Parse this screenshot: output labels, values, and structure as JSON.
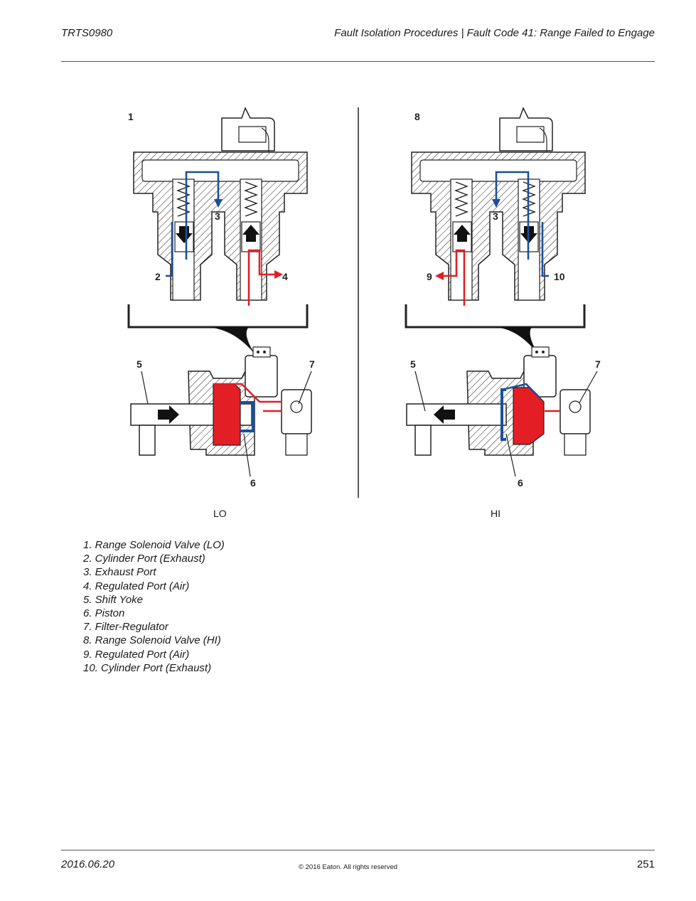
{
  "header": {
    "doc_code": "TRTS0980",
    "section_title": "Fault Isolation Procedures | Fault Code 41: Range Failed to Engage"
  },
  "figure": {
    "captions": {
      "left": "LO",
      "right": "HI"
    },
    "callouts": {
      "lo_valve": "1",
      "lo_cyl_port": "2",
      "lo_exhaust": "3",
      "lo_reg_port": "4",
      "lo_yoke": "5",
      "lo_piston": "6",
      "lo_filter": "7",
      "hi_valve": "8",
      "hi_reg_port": "9",
      "hi_exhaust": "3",
      "hi_cyl_port": "10",
      "hi_yoke": "5",
      "hi_piston": "6",
      "hi_filter": "7"
    },
    "colors": {
      "air": "#e31e24",
      "exhaust": "#1c4f9c",
      "hatch": "#222222"
    }
  },
  "legend": [
    "1. Range Solenoid Valve (LO)",
    "2. Cylinder Port (Exhaust)",
    "3. Exhaust Port",
    "4. Regulated Port (Air)",
    "5. Shift Yoke",
    "6. Piston",
    "7. Filter-Regulator",
    "8. Range Solenoid Valve (HI)",
    "9. Regulated Port (Air)",
    "10. Cylinder Port (Exhaust)"
  ],
  "footer": {
    "date": "2016.06.20",
    "copyright": "© 2016 Eaton. All rights reserved",
    "page": "251"
  }
}
